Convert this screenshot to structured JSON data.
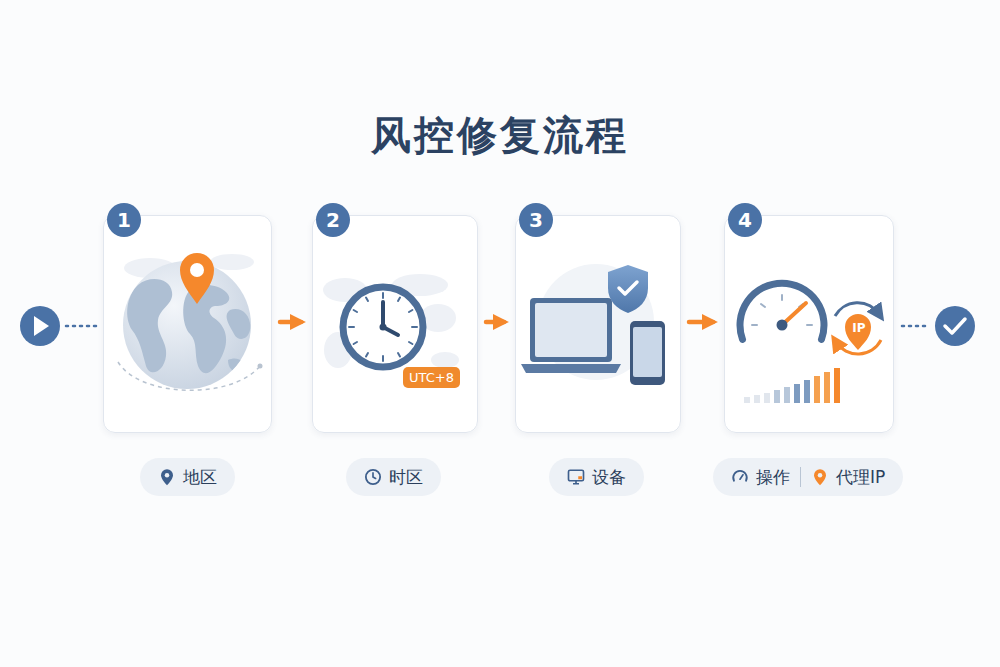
{
  "diagram": {
    "title": "风控修复流程",
    "nodes": [
      {
        "text": [
          "1"
        ]
      },
      {
        "text": [
          "2",
          "UTC+8"
        ]
      },
      {
        "text": [
          "3"
        ]
      },
      {
        "text": [
          "4",
          "IP"
        ]
      },
      {
        "text": [
          "地区"
        ]
      },
      {
        "text": [
          "时区"
        ]
      },
      {
        "text": [
          "设备"
        ]
      },
      {
        "text": [
          "操作",
          "代理IP"
        ]
      }
    ],
    "edges": [
      {
        "from": 0,
        "to": 1,
        "arrow": "to"
      },
      {
        "from": 1,
        "to": 2,
        "arrow": "to"
      },
      {
        "from": 2,
        "to": 3,
        "arrow": "to"
      }
    ]
  }
}
